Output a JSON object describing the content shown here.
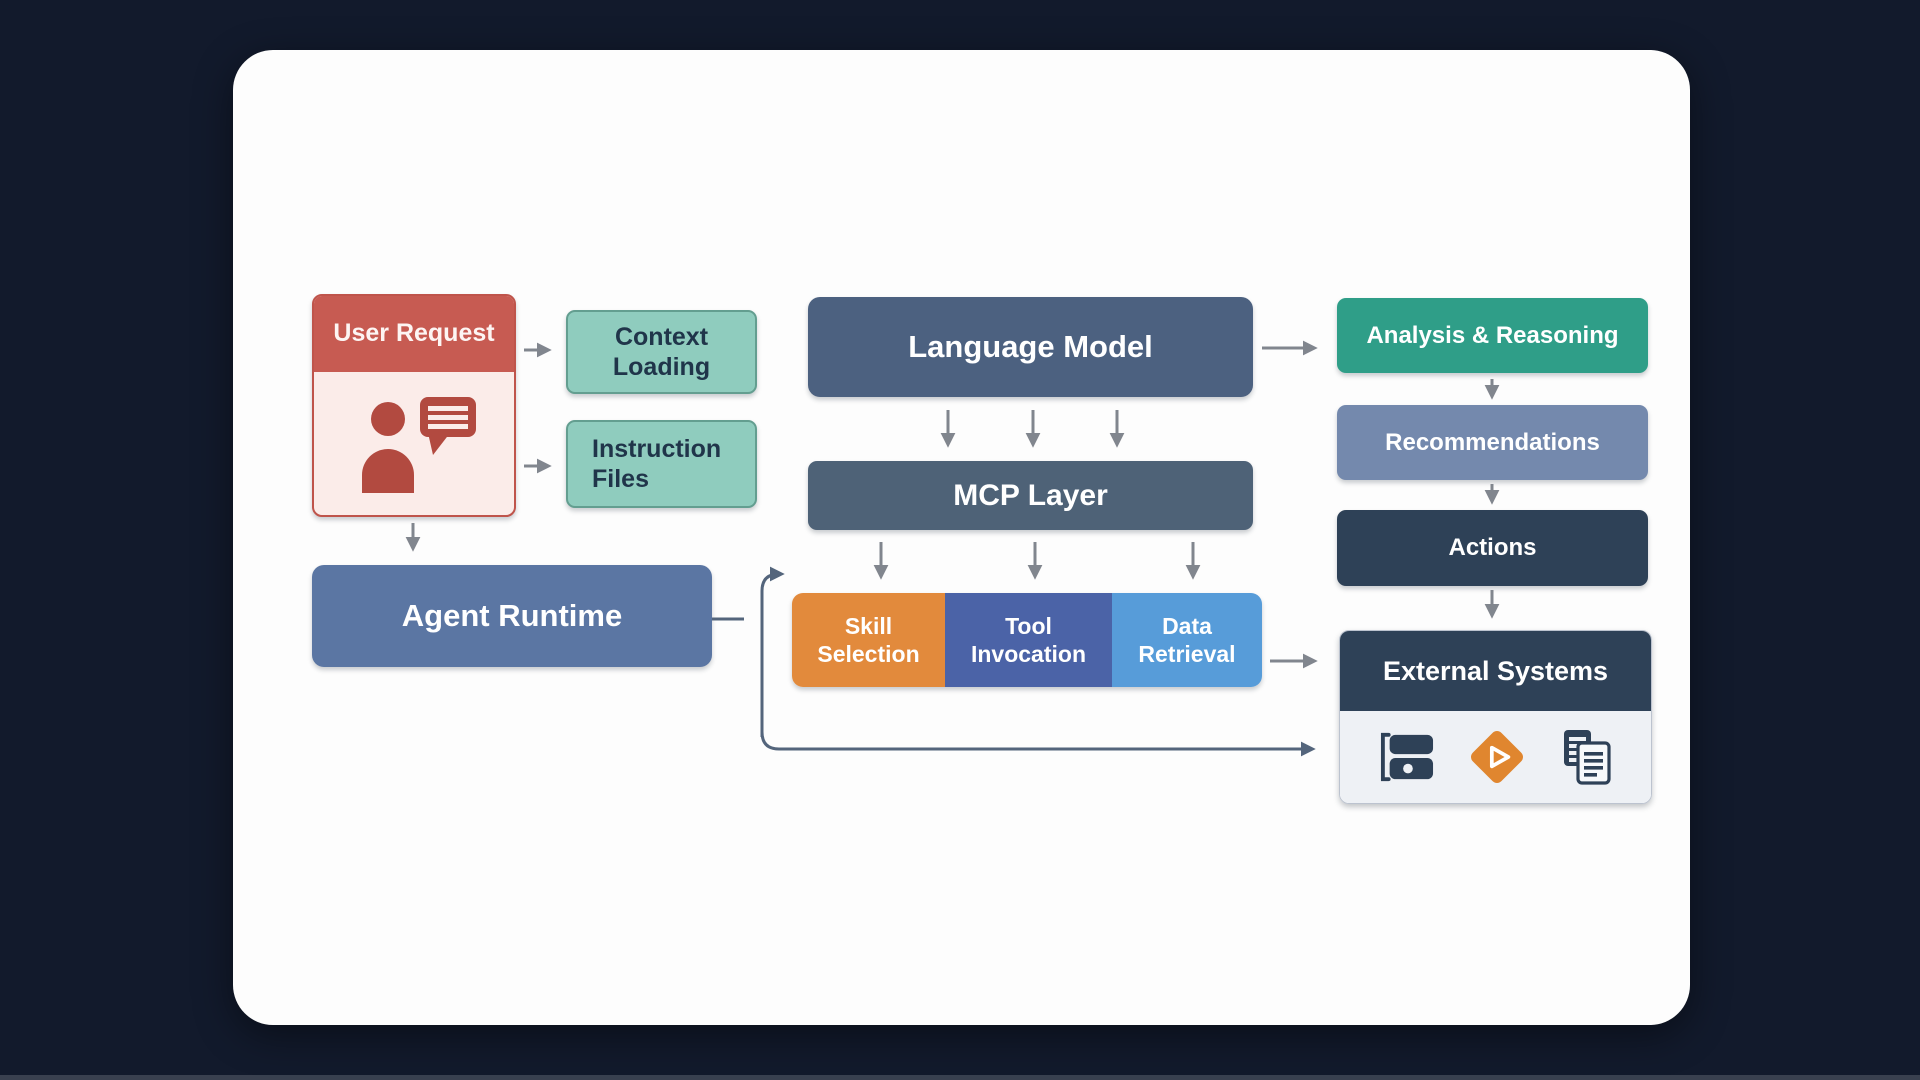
{
  "diagram": {
    "kind": "flowchart",
    "nodes": {
      "user_request": {
        "label": "User Request"
      },
      "context_loading": {
        "label": "Context Loading"
      },
      "instruction_files": {
        "label": "Instruction Files"
      },
      "language_model": {
        "label": "Language Model"
      },
      "mcp_layer": {
        "label": "MCP Layer"
      },
      "agent_runtime": {
        "label": "Agent Runtime"
      },
      "skill_selection": {
        "label": "Skill Selection"
      },
      "tool_invocation": {
        "label": "Tool Invocation"
      },
      "data_retrieval": {
        "label": "Data Retrieval"
      },
      "analysis_reasoning": {
        "label": "Analysis & Reasoning"
      },
      "recommendations": {
        "label": "Recommendations"
      },
      "actions": {
        "label": "Actions"
      },
      "external_systems": {
        "label": "External Systems"
      }
    },
    "edges": [
      {
        "from": "User Request",
        "to": "Context Loading"
      },
      {
        "from": "User Request",
        "to": "Instruction Files"
      },
      {
        "from": "User Request",
        "to": "Agent Runtime"
      },
      {
        "from": "Language Model",
        "to": "MCP Layer"
      },
      {
        "from": "MCP Layer",
        "to": "Skill Selection"
      },
      {
        "from": "MCP Layer",
        "to": "Tool Invocation"
      },
      {
        "from": "MCP Layer",
        "to": "Data Retrieval"
      },
      {
        "from": "Agent Runtime",
        "to": "Skill Selection"
      },
      {
        "from": "Agent Runtime",
        "to": "External Systems"
      },
      {
        "from": "Data Retrieval",
        "to": "External Systems"
      },
      {
        "from": "Language Model",
        "to": "Analysis & Reasoning"
      },
      {
        "from": "Analysis & Reasoning",
        "to": "Recommendations"
      },
      {
        "from": "Recommendations",
        "to": "Actions"
      },
      {
        "from": "Actions",
        "to": "External Systems"
      }
    ],
    "icons": [
      "person-chat-icon",
      "storage-icon",
      "play-diamond-icon",
      "documents-icon"
    ],
    "colors": {
      "background": "#121a2c",
      "card": "#fdfdfd",
      "user_request_header": "#c75b52",
      "user_request_body": "#fbece9",
      "user_request_border": "#bf544b",
      "user_icon": "#b24a40",
      "teal_box": "#8fccbe",
      "teal_border": "#639e90",
      "teal_text": "#20354a",
      "language_model": "#4c6180",
      "mcp_layer": "#4e6277",
      "agent_runtime": "#5b76a3",
      "skill_selection": "#e28a3c",
      "tool_invocation": "#4b63a7",
      "data_retrieval": "#579cd9",
      "analysis_reasoning": "#2f9e88",
      "recommendations": "#7489ad",
      "actions": "#2e4157",
      "external_header": "#2e4157",
      "external_body": "#eef1f5",
      "arrow_gray": "#81868e",
      "arrow_slate": "#54657c",
      "diamond_icon": "#e0862f"
    }
  }
}
